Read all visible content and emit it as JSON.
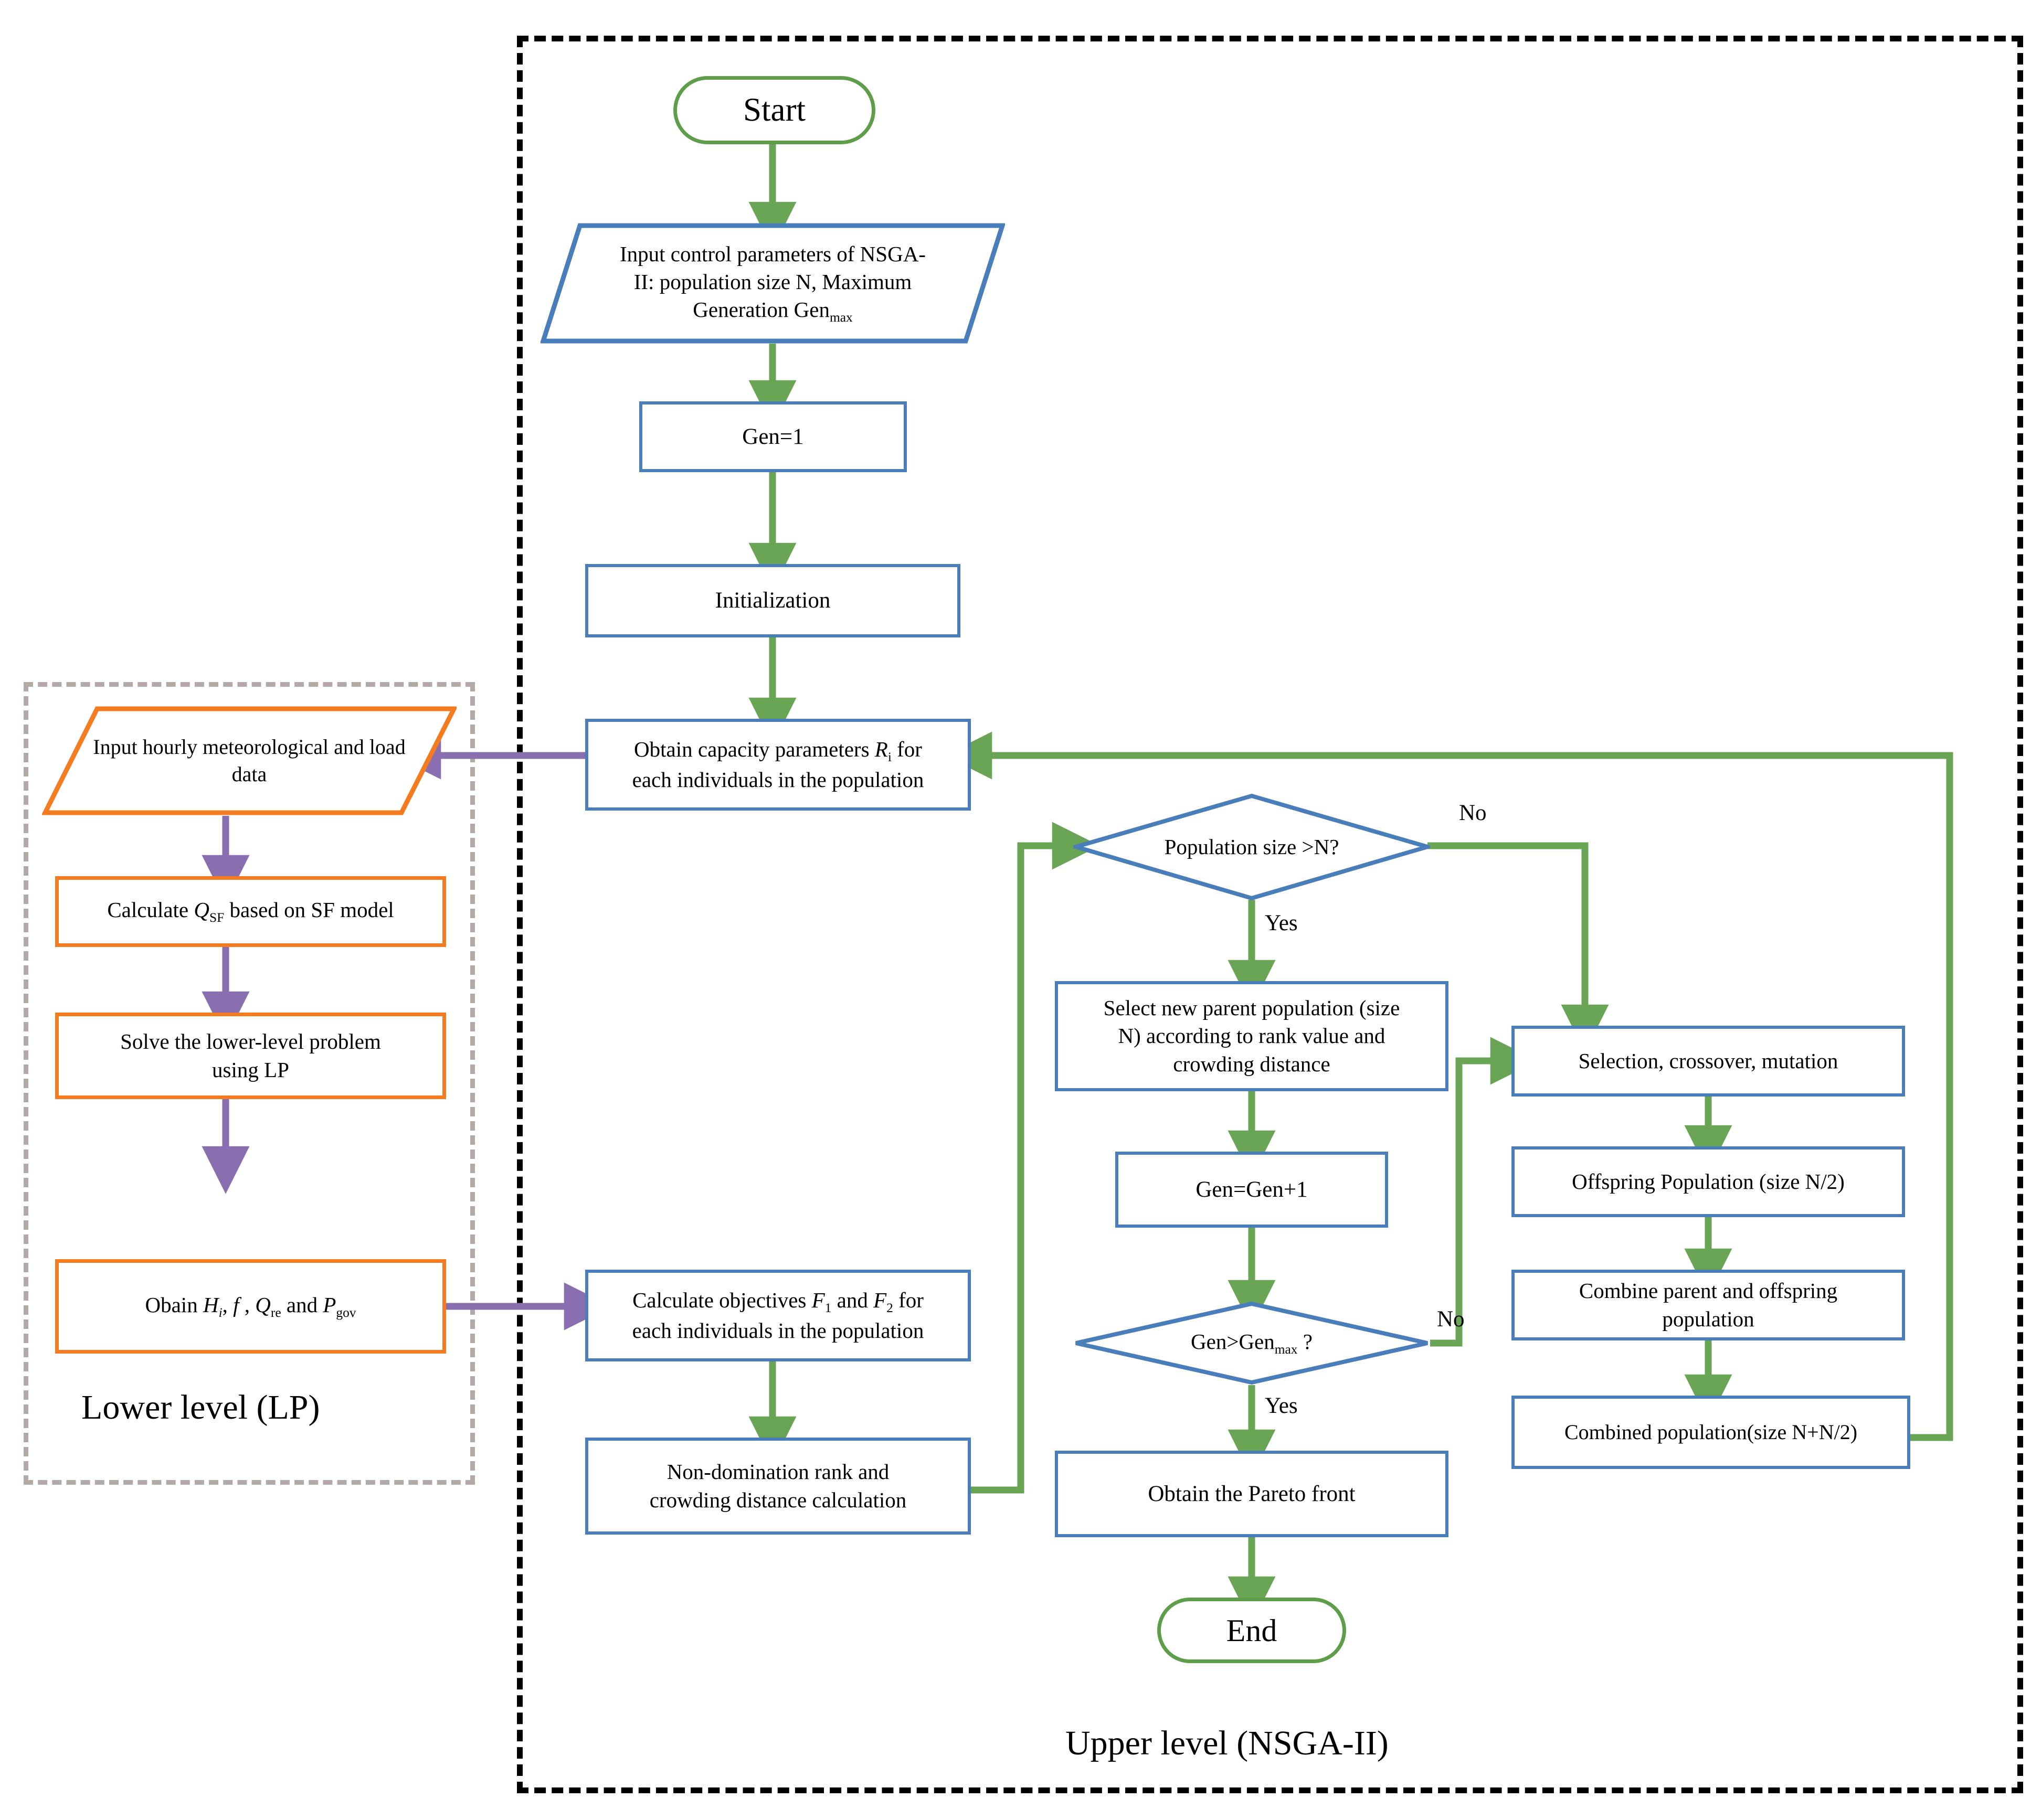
{
  "diagram": {
    "title_upper": "Upper level (NSGA-II)",
    "title_lower": "Lower level (LP)",
    "colors": {
      "flow_blue": "#4a7ebb",
      "flow_orange": "#f47b20",
      "terminator_green": "#5e9e4a",
      "arrow_green": "#6aa556",
      "arrow_purple": "#8a6fb0",
      "frame_upper": "#000000",
      "frame_lower": "#b3a9a7"
    }
  },
  "nodes": {
    "start": "Start",
    "input_params_l1": "Input control parameters of NSGA-",
    "input_params_l2": "II: population size N, Maximum",
    "input_params_l3_a": "Generation  Gen",
    "input_params_l3_sub": "max",
    "gen_init": "Gen=1",
    "initialization": "Initialization",
    "obtain_capacity_l1_a": "Obtain capacity parameters ",
    "obtain_capacity_l1_var": "R",
    "obtain_capacity_l1_sub": "i",
    "obtain_capacity_l1_b": " for",
    "obtain_capacity_l2": "each individuals in the population",
    "pop_size_check": "Population size >N?",
    "select_parent_l1": "Select new parent population (size",
    "select_parent_l2": "N) according to rank value and",
    "select_parent_l3": "crowding distance",
    "gen_increment": "Gen=Gen+1",
    "gen_max_check_a": "Gen>Gen",
    "gen_max_check_sub": "max",
    "gen_max_check_b": " ?",
    "pareto_front": "Obtain the Pareto front",
    "end": "End",
    "selection_crossover": "Selection, crossover, mutation",
    "offspring_pop": "Offspring Population (size N/2)",
    "combine_pop_l1": "Combine parent and offspring",
    "combine_pop_l2": "population",
    "combined_pop": "Combined population(size N+N/2)",
    "calc_obj_l1_a": "Calculate objectives ",
    "calc_obj_l1_f1": "F",
    "calc_obj_l1_f1sub": "1",
    "calc_obj_l1_and": " and ",
    "calc_obj_l1_f2": "F",
    "calc_obj_l1_f2sub": "2",
    "calc_obj_l1_b": " for",
    "calc_obj_l2": "each individuals in the population",
    "nondom_rank_l1": "Non-domination rank and",
    "nondom_rank_l2": "crowding distance calculation",
    "input_hourly_l1": "Input hourly meteorological and load",
    "input_hourly_l2": "data",
    "calc_qsf_a": "Calculate ",
    "calc_qsf_var": "Q",
    "calc_qsf_sub": "SF",
    "calc_qsf_b": " based on SF model",
    "solve_lp_l1": "Solve the lower-level problem",
    "solve_lp_l2": "using LP",
    "obtain_vars_a": "Obain ",
    "obtain_vars_h": "H",
    "obtain_vars_hsub": "i",
    "obtain_vars_c1": ", ",
    "obtain_vars_f": "f",
    "obtain_vars_c2": " , ",
    "obtain_vars_q": "Q",
    "obtain_vars_qsub": "re",
    "obtain_vars_and": " and ",
    "obtain_vars_p": "P",
    "obtain_vars_psub": "gov"
  },
  "edge_labels": {
    "pop_no": "No",
    "pop_yes": "Yes",
    "genmax_no": "No",
    "genmax_yes": "Yes"
  }
}
